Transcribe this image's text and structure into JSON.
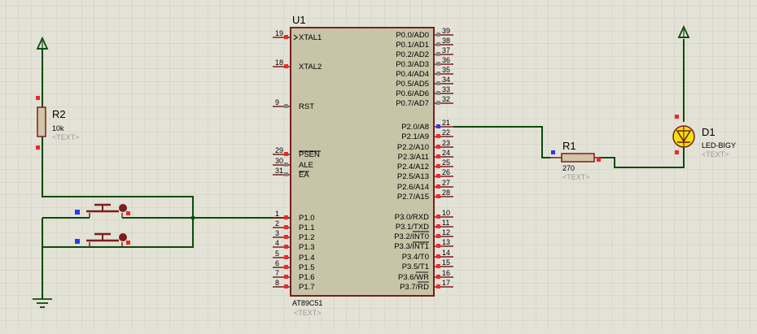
{
  "mcu": {
    "ref": "U1",
    "part": "AT89C51",
    "text": "<TEXT>",
    "left_pins": [
      {
        "num": "19",
        "name": "XTAL1"
      },
      {
        "num": "18",
        "name": "XTAL2"
      },
      {
        "num": "9",
        "name": "RST"
      },
      {
        "num": "29",
        "name": "PSEN"
      },
      {
        "num": "30",
        "name": "ALE"
      },
      {
        "num": "31",
        "name": "EA"
      },
      {
        "num": "1",
        "name": "P1.0"
      },
      {
        "num": "2",
        "name": "P1.1"
      },
      {
        "num": "3",
        "name": "P1.2"
      },
      {
        "num": "4",
        "name": "P1.3"
      },
      {
        "num": "5",
        "name": "P1.4"
      },
      {
        "num": "6",
        "name": "P1.5"
      },
      {
        "num": "7",
        "name": "P1.6"
      },
      {
        "num": "8",
        "name": "P1.7"
      }
    ],
    "right_pins": [
      {
        "num": "39",
        "name": "P0.0/AD0"
      },
      {
        "num": "38",
        "name": "P0.1/AD1"
      },
      {
        "num": "37",
        "name": "P0.2/AD2"
      },
      {
        "num": "36",
        "name": "P0.3/AD3"
      },
      {
        "num": "35",
        "name": "P0.4/AD4"
      },
      {
        "num": "34",
        "name": "P0.5/AD5"
      },
      {
        "num": "33",
        "name": "P0.6/AD6"
      },
      {
        "num": "32",
        "name": "P0.7/AD7"
      },
      {
        "num": "21",
        "name": "P2.0/A8"
      },
      {
        "num": "22",
        "name": "P2.1/A9"
      },
      {
        "num": "23",
        "name": "P2.2/A10"
      },
      {
        "num": "24",
        "name": "P2.3/A11"
      },
      {
        "num": "25",
        "name": "P2.4/A12"
      },
      {
        "num": "26",
        "name": "P2.5/A13"
      },
      {
        "num": "27",
        "name": "P2.6/A14"
      },
      {
        "num": "28",
        "name": "P2.7/A15"
      },
      {
        "num": "10",
        "name": "P3.0/RXD"
      },
      {
        "num": "11",
        "name": "P3.1/TXD"
      },
      {
        "num": "12",
        "name": "P3.2/INT0"
      },
      {
        "num": "13",
        "name": "P3.3/INT1"
      },
      {
        "num": "14",
        "name": "P3.4/T0"
      },
      {
        "num": "15",
        "name": "P3.5/T1"
      },
      {
        "num": "16",
        "name": "P3.6/WR"
      },
      {
        "num": "17",
        "name": "P3.7/RD"
      }
    ]
  },
  "r2": {
    "ref": "R2",
    "value": "10k",
    "text": "<TEXT>"
  },
  "r1": {
    "ref": "R1",
    "value": "270",
    "text": "<TEXT>"
  },
  "d1": {
    "ref": "D1",
    "value": "LED-BIGY",
    "text": "<TEXT>"
  },
  "colors": {
    "background": "#e3e2d6",
    "grid": "#cfcdbf",
    "wire": "#0c4a0c",
    "body_fill": "#c8c4a8",
    "body_stroke": "#7a1e1e",
    "pin_stroke": "#7a1e1e",
    "marker_red": "#ec2a2a",
    "marker_blue": "#2a3aec",
    "marker_gray": "#888888",
    "led_fill": "#f2e600",
    "text_gray": "#9b9b9b"
  }
}
